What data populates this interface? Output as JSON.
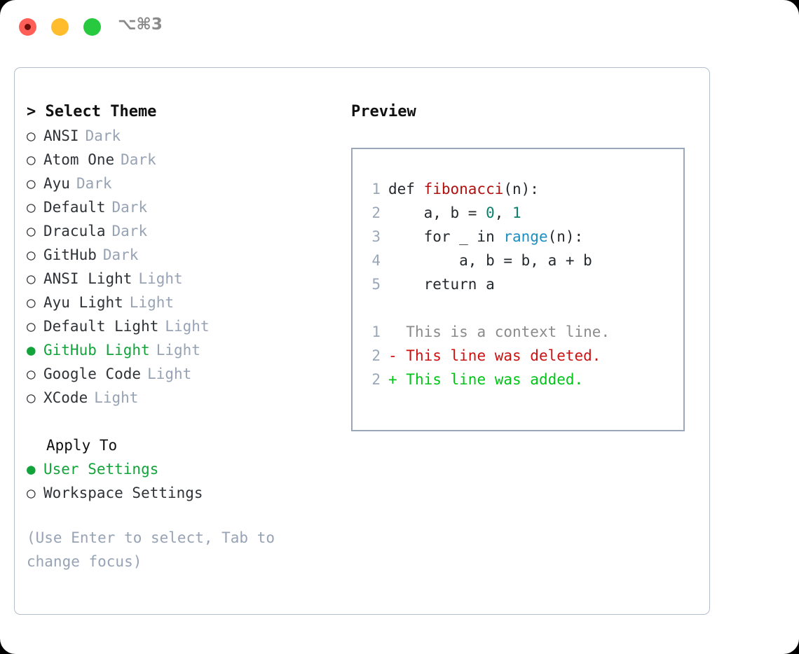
{
  "window": {
    "shortcut": "⌥⌘3",
    "traffic_lights": [
      "close-red",
      "minimize-yellow",
      "maximize-green"
    ]
  },
  "theme_picker": {
    "header": "> Select Theme",
    "items": [
      {
        "bullet": "○",
        "name": "ANSI",
        "variant": "Dark",
        "selected": false
      },
      {
        "bullet": "○",
        "name": "Atom One",
        "variant": "Dark",
        "selected": false
      },
      {
        "bullet": "○",
        "name": "Ayu",
        "variant": "Dark",
        "selected": false
      },
      {
        "bullet": "○",
        "name": "Default",
        "variant": "Dark",
        "selected": false
      },
      {
        "bullet": "○",
        "name": "Dracula",
        "variant": "Dark",
        "selected": false
      },
      {
        "bullet": "○",
        "name": "GitHub",
        "variant": "Dark",
        "selected": false
      },
      {
        "bullet": "○",
        "name": "ANSI Light",
        "variant": "Light",
        "selected": false
      },
      {
        "bullet": "○",
        "name": "Ayu Light",
        "variant": "Light",
        "selected": false
      },
      {
        "bullet": "○",
        "name": "Default Light",
        "variant": "Light",
        "selected": false
      },
      {
        "bullet": "●",
        "name": "GitHub Light",
        "variant": "Light",
        "selected": true
      },
      {
        "bullet": "○",
        "name": "Google Code",
        "variant": "Light",
        "selected": false
      },
      {
        "bullet": "○",
        "name": "XCode",
        "variant": "Light",
        "selected": false
      }
    ]
  },
  "apply_to": {
    "header": "Apply To",
    "items": [
      {
        "bullet": "●",
        "name": "User Settings",
        "selected": true
      },
      {
        "bullet": "○",
        "name": "Workspace Settings",
        "selected": false
      }
    ]
  },
  "hint": "(Use Enter to select, Tab to change focus)",
  "preview": {
    "title": "Preview",
    "code_lines": [
      {
        "no": "1",
        "parts": [
          {
            "t": "def ",
            "c": "plain"
          },
          {
            "t": "fibonacci",
            "c": "fn"
          },
          {
            "t": "(n):",
            "c": "plain"
          }
        ]
      },
      {
        "no": "2",
        "parts": [
          {
            "t": "    a, b = ",
            "c": "plain"
          },
          {
            "t": "0",
            "c": "num"
          },
          {
            "t": ", ",
            "c": "plain"
          },
          {
            "t": "1",
            "c": "num"
          }
        ]
      },
      {
        "no": "3",
        "parts": [
          {
            "t": "    for _ in ",
            "c": "plain"
          },
          {
            "t": "range",
            "c": "call"
          },
          {
            "t": "(n):",
            "c": "plain"
          }
        ]
      },
      {
        "no": "4",
        "parts": [
          {
            "t": "        a, b = b, a + b",
            "c": "plain"
          }
        ]
      },
      {
        "no": "5",
        "parts": [
          {
            "t": "    return a",
            "c": "plain"
          }
        ]
      }
    ],
    "diff_lines": [
      {
        "no": "1",
        "marker": "  ",
        "text": "This is a context line.",
        "kind": "ctx"
      },
      {
        "no": "2",
        "marker": "- ",
        "text": "This line was deleted.",
        "kind": "del"
      },
      {
        "no": "2",
        "marker": "+ ",
        "text": "This line was added.",
        "kind": "add"
      }
    ]
  },
  "colors": {
    "accent_green": "#13a33b",
    "muted": "#97a3b4",
    "border": "#b4bdca",
    "preview_border": "#9aa7b8",
    "code_function": "#b01010",
    "code_number": "#0a7f6c",
    "code_call": "#1a8fc1",
    "diff_add": "#00c417",
    "diff_delete": "#cc1111",
    "diff_context": "#8b8b8b"
  }
}
